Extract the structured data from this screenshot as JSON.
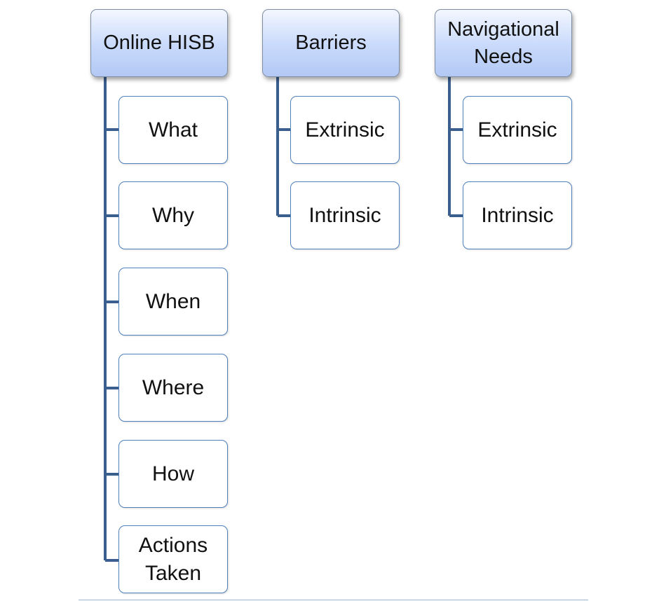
{
  "diagram": {
    "columns": [
      {
        "title": "Online HISB",
        "children": [
          "What",
          "Why",
          "When",
          "Where",
          "How",
          "Actions Taken"
        ]
      },
      {
        "title": "Barriers",
        "children": [
          "Extrinsic",
          "Intrinsic"
        ]
      },
      {
        "title": "Navigational Needs",
        "children": [
          "Extrinsic",
          "Intrinsic"
        ]
      }
    ]
  },
  "colors": {
    "connector": "#3a5f8f",
    "child_border": "#4f81bd",
    "header_fill": "#c8d9fb"
  }
}
